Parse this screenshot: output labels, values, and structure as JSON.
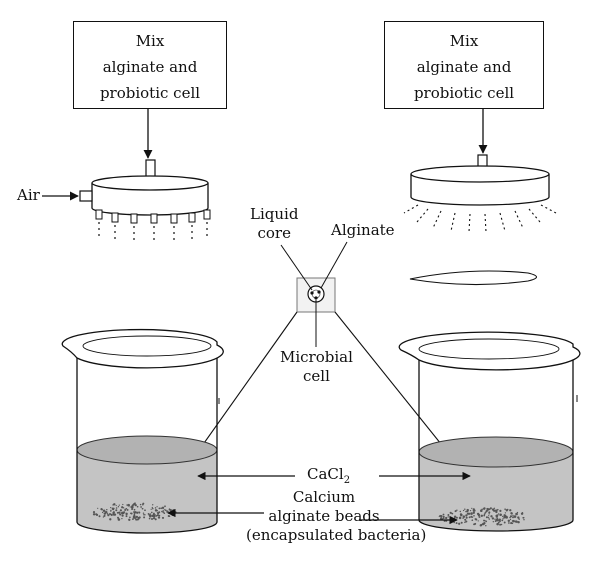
{
  "mix_box_left": {
    "line1": "Mix",
    "line2": "alginate and",
    "line3": "probiotic cell"
  },
  "mix_box_right": {
    "line1": "Mix",
    "line2": "alginate and",
    "line3": "probiotic cell"
  },
  "air_label": "Air",
  "bead_labels": {
    "liquid_core_line1": "Liquid",
    "liquid_core_line2": "core",
    "alginate": "Alginate",
    "microbial_line1": "Microbial",
    "microbial_line2": "cell"
  },
  "cacl2": {
    "text": "CaCl",
    "subscript": "2"
  },
  "beads_label": {
    "line1": "Calcium",
    "line2": "alginate beads",
    "line3": "(encapsulated bacteria)"
  },
  "colors": {
    "solution": "#c4c4c4",
    "line": "#111111",
    "beads": "#555555"
  }
}
